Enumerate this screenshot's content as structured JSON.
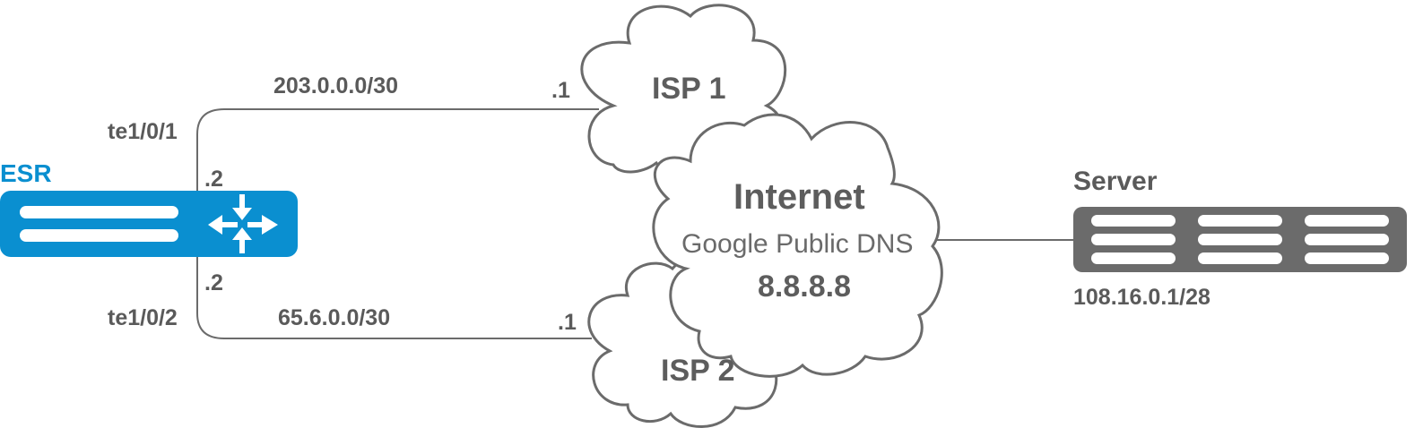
{
  "devices": {
    "esr": {
      "title": "ESR",
      "color": "#0a8fd0"
    },
    "server": {
      "title": "Server",
      "address": "108.16.0.1/28",
      "color": "#6b6b6b"
    }
  },
  "links": {
    "isp1": {
      "network": "203.0.0.0/30",
      "interface": "te1/0/1",
      "local_host": ".2",
      "remote_host": ".1"
    },
    "isp2": {
      "network": "65.6.0.0/30",
      "interface": "te1/0/2",
      "local_host": ".2",
      "remote_host": ".1"
    }
  },
  "clouds": {
    "isp1": {
      "label": "ISP 1"
    },
    "isp2": {
      "label": "ISP 2"
    },
    "internet": {
      "label": "Internet",
      "service": "Google Public DNS",
      "address": "8.8.8.8"
    }
  }
}
